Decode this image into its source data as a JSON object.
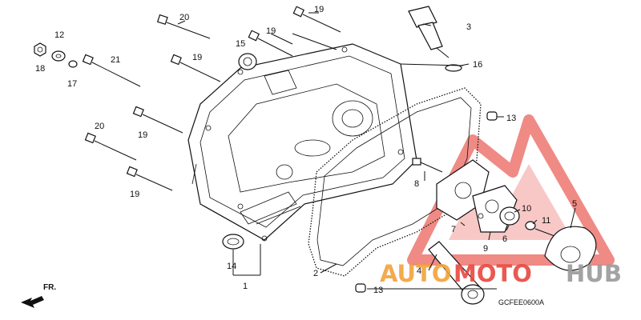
{
  "diagram_code": "GCFEE0600A",
  "direction_label": "FR.",
  "watermark": {
    "text_a": "AUTO",
    "text_b": "MOTO",
    "text_c": "HUB",
    "colors": {
      "triangle": "#e8483f",
      "orange": "#f2a33a",
      "red": "#e8483f",
      "gray": "#9a9a9a"
    }
  },
  "callouts": [
    {
      "id": "c1",
      "num": "1"
    },
    {
      "id": "c2",
      "num": "2"
    },
    {
      "id": "c3",
      "num": "3"
    },
    {
      "id": "c4",
      "num": "4"
    },
    {
      "id": "c5",
      "num": "5"
    },
    {
      "id": "c6",
      "num": "6"
    },
    {
      "id": "c7",
      "num": "7"
    },
    {
      "id": "c8",
      "num": "8"
    },
    {
      "id": "c9",
      "num": "9"
    },
    {
      "id": "c10",
      "num": "10"
    },
    {
      "id": "c11",
      "num": "11"
    },
    {
      "id": "c12",
      "num": "12"
    },
    {
      "id": "c13a",
      "num": "13"
    },
    {
      "id": "c13b",
      "num": "13"
    },
    {
      "id": "c14",
      "num": "14"
    },
    {
      "id": "c15",
      "num": "15"
    },
    {
      "id": "c16",
      "num": "16"
    },
    {
      "id": "c17",
      "num": "17"
    },
    {
      "id": "c18",
      "num": "18"
    },
    {
      "id": "c19a",
      "num": "19"
    },
    {
      "id": "c19b",
      "num": "19"
    },
    {
      "id": "c19c",
      "num": "19"
    },
    {
      "id": "c19d",
      "num": "19"
    },
    {
      "id": "c20a",
      "num": "20"
    },
    {
      "id": "c20b",
      "num": "20"
    },
    {
      "id": "c21",
      "num": "21"
    }
  ]
}
